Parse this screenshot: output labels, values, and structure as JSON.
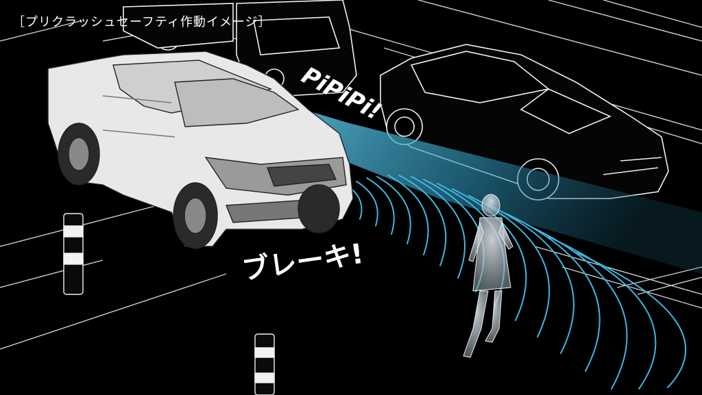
{
  "caption": "［プリクラッシュセーフティ作動イメージ］",
  "sound_effect": "PiPiPi!",
  "brake_text": "ブレーキ!",
  "colors": {
    "background": "#000000",
    "line": "#f2f2f2",
    "beam": "#3fb7e0",
    "pedestrian": "#cfd6da"
  }
}
